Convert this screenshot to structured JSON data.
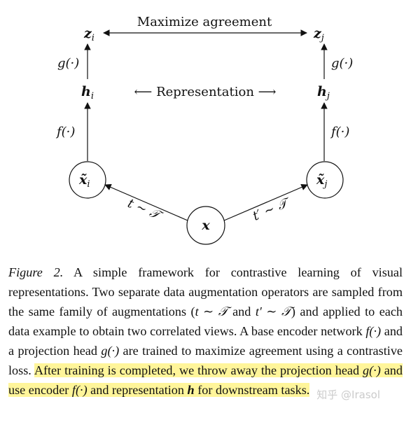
{
  "diagram": {
    "top_label": "Maximize agreement",
    "middle_label": "⟵ Representation ⟶",
    "nodes": {
      "z_i": {
        "main": "z",
        "sub": "i"
      },
      "z_j": {
        "main": "z",
        "sub": "j"
      },
      "h_i": {
        "main": "h",
        "sub": "i"
      },
      "h_j": {
        "main": "h",
        "sub": "j"
      },
      "xt_i": {
        "main": "x̃",
        "sub": "i"
      },
      "xt_j": {
        "main": "x̃",
        "sub": "j"
      },
      "x": {
        "main": "x"
      }
    },
    "edge_labels": {
      "g_left": "g(·)",
      "g_right": "g(·)",
      "f_left": "f(·)",
      "f_right": "f(·)",
      "t_left": "t ∼ 𝒯",
      "t_right": "t′ ∼ 𝒯"
    }
  },
  "caption": {
    "label": "Figure 2.",
    "text_1": "A simple framework for contrastive learning of visual representations. Two separate data augmentation operators are sampled from the same family of augmentations (",
    "math_t": "t ∼ 𝒯",
    "text_and": " and ",
    "math_tp": "t′ ∼ 𝒯",
    "text_2": ") and applied to each data example to obtain two correlated views. A base encoder network ",
    "math_f": "f(·)",
    "text_3": " and a projection head ",
    "math_g": "g(·)",
    "text_4": " are trained to maximize agreement using a contrastive loss. ",
    "hl_1": "After training is completed, we throw away the projection head ",
    "hl_g": "g(·)",
    "hl_2": " and use encoder ",
    "hl_f": "f(·)",
    "hl_3": " and representation ",
    "hl_h": "h",
    "hl_4": " for downstream tasks."
  },
  "watermark": "知乎 @Irasol"
}
